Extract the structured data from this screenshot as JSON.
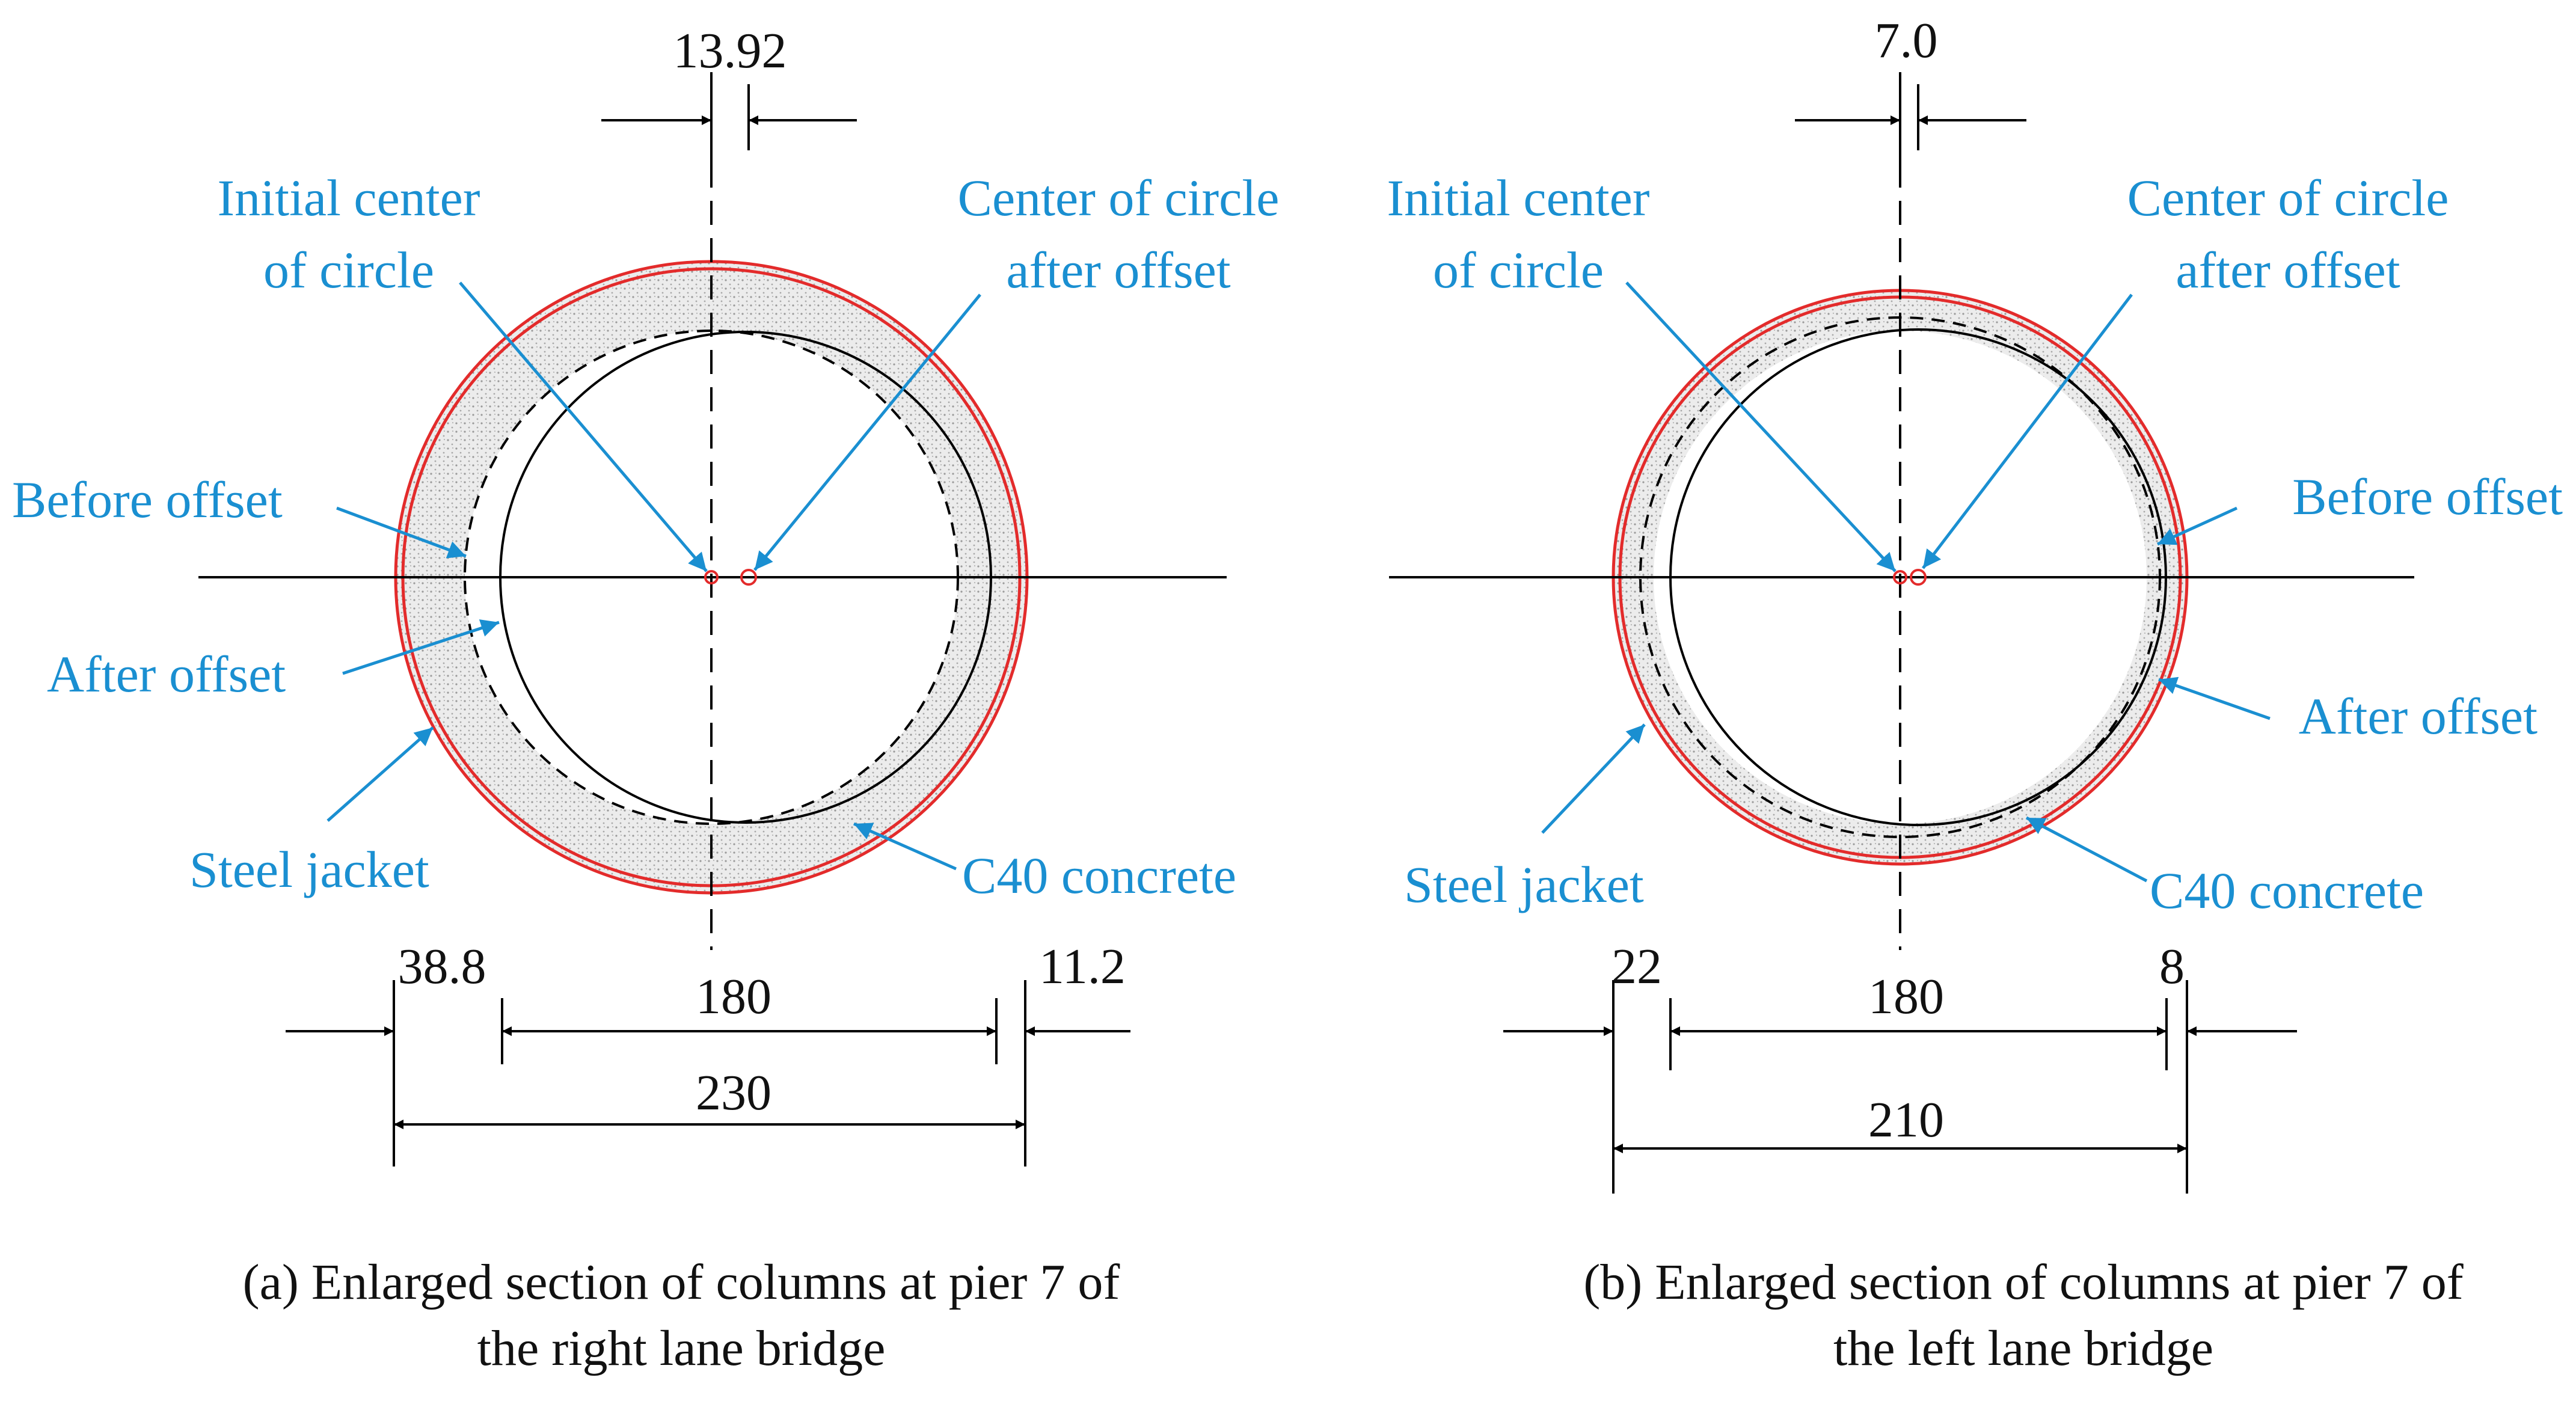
{
  "panel_a": {
    "top_dim": "13.92",
    "label_initial_center_1": "Initial center",
    "label_initial_center_2": "of circle",
    "label_center_after_1": "Center of circle",
    "label_center_after_2": "after offset",
    "label_before_offset": "Before offset",
    "label_after_offset": "After offset",
    "label_steel_jacket": "Steel jacket",
    "label_concrete": "C40 concrete",
    "dim_left": "38.8",
    "dim_inner": "180",
    "dim_right": "11.2",
    "dim_outer": "230",
    "caption_1": "(a) Enlarged section of columns at pier 7 of",
    "caption_2": "the right lane bridge"
  },
  "panel_b": {
    "top_dim": "7.0",
    "label_initial_center_1": "Initial center",
    "label_initial_center_2": "of circle",
    "label_center_after_1": "Center of circle",
    "label_center_after_2": "after offset",
    "label_before_offset": "Before offset",
    "label_after_offset": "After offset",
    "label_steel_jacket": "Steel jacket",
    "label_concrete": "C40 concrete",
    "dim_left": "22",
    "dim_inner": "180",
    "dim_right": "8",
    "dim_outer": "210",
    "caption_1": "(b) Enlarged section of columns at pier 7 of",
    "caption_2": "the left lane bridge"
  },
  "colors": {
    "label": "#1a8fd1",
    "jacket": "#e32b2b",
    "concrete_fill": "#e6e6e6",
    "line": "#000000"
  }
}
